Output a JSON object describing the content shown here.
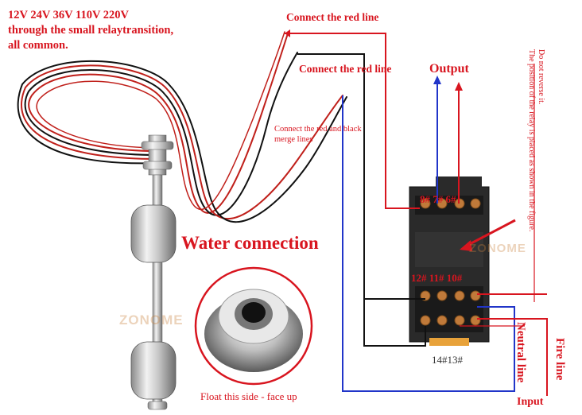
{
  "labels": {
    "specs": "12V 24V 36V 110V 220V\nthrough the small relaytransition,\nall common.",
    "connect_red_1": "Connect the red line",
    "connect_red_2": "Connect the red line",
    "connect_merge": "Connect the red and black\nmerge lines",
    "output": "Output",
    "water_connection": "Water connection",
    "float_face": "Float this side - face up",
    "pins_top": "8# 7# 6#",
    "pins_mid": "12# 11# 10#",
    "pins_bottom": "14#13#",
    "neutral_line": "Neutral line",
    "fire_line": "Fire line",
    "input": "Input",
    "notice": "Do not reverse it.\nThe position of the relay is placed as shown in the figure."
  },
  "watermarks": {
    "left": "ZONOME",
    "right": "ZONOME"
  },
  "colors": {
    "red_wire": "#d8151f",
    "blue_wire": "#2135c9",
    "black_wire": "#111111",
    "label_red": "#d8151f"
  }
}
